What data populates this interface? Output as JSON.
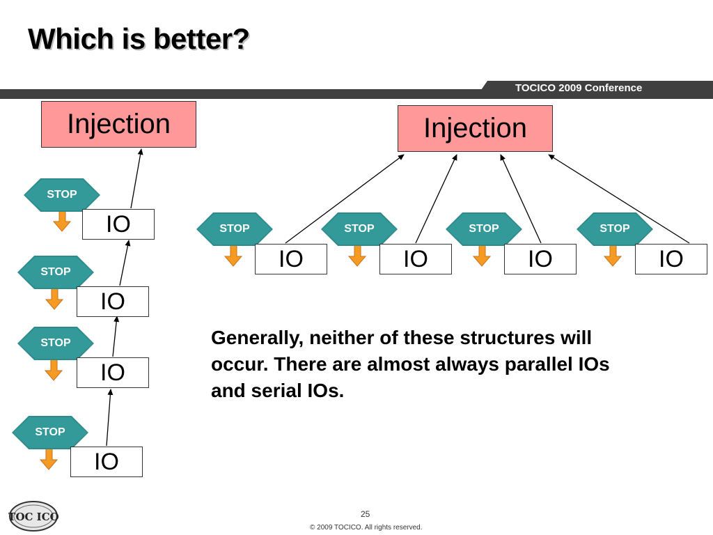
{
  "slide": {
    "title": "Which is better?",
    "conference": "TOCICO 2009 Conference",
    "page_number": "25",
    "copyright": "© 2009 TOCICO. All rights reserved.",
    "logo_text": "TOC ICO"
  },
  "diagram": {
    "serial": {
      "injection_label": "Injection",
      "nodes": [
        {
          "stop": "STOP",
          "io": "IO"
        },
        {
          "stop": "STOP",
          "io": "IO"
        },
        {
          "stop": "STOP",
          "io": "IO"
        },
        {
          "stop": "STOP",
          "io": "IO"
        }
      ]
    },
    "parallel": {
      "injection_label": "Injection",
      "nodes": [
        {
          "stop": "STOP",
          "io": "IO"
        },
        {
          "stop": "STOP",
          "io": "IO"
        },
        {
          "stop": "STOP",
          "io": "IO"
        },
        {
          "stop": "STOP",
          "io": "IO"
        }
      ]
    }
  },
  "note": "Generally, neither of these structures will occur.  There are almost always parallel IOs and serial IOs.",
  "colors": {
    "injection_fill": "#ff9999",
    "stop_fill": "#339999",
    "down_arrow": "#f59b23",
    "header_bar": "#404040"
  }
}
